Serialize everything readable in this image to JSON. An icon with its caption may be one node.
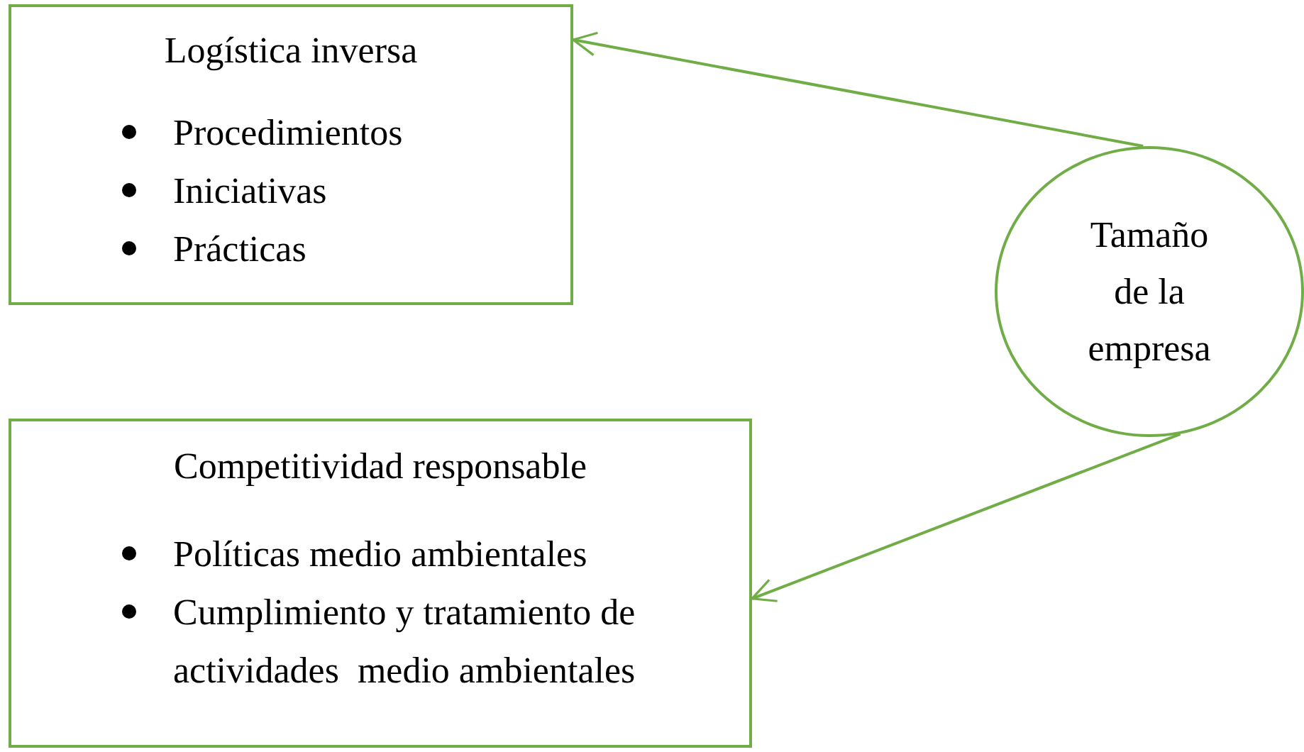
{
  "diagram": {
    "nodes": [
      {
        "text": [
          "Logística inversa",
          "Procedimientos",
          "Iniciativas",
          "Prácticas"
        ]
      },
      {
        "text": [
          "Tamaño de la empresa"
        ]
      },
      {
        "text": [
          "Competitividad responsable",
          "Políticas medio ambientales",
          "Cumplimiento y tratamiento de actividades  medio ambientales"
        ]
      }
    ],
    "edges": [
      {
        "from": 1,
        "to": 0,
        "arrow": "to"
      },
      {
        "from": 1,
        "to": 2,
        "arrow": "to"
      }
    ]
  }
}
